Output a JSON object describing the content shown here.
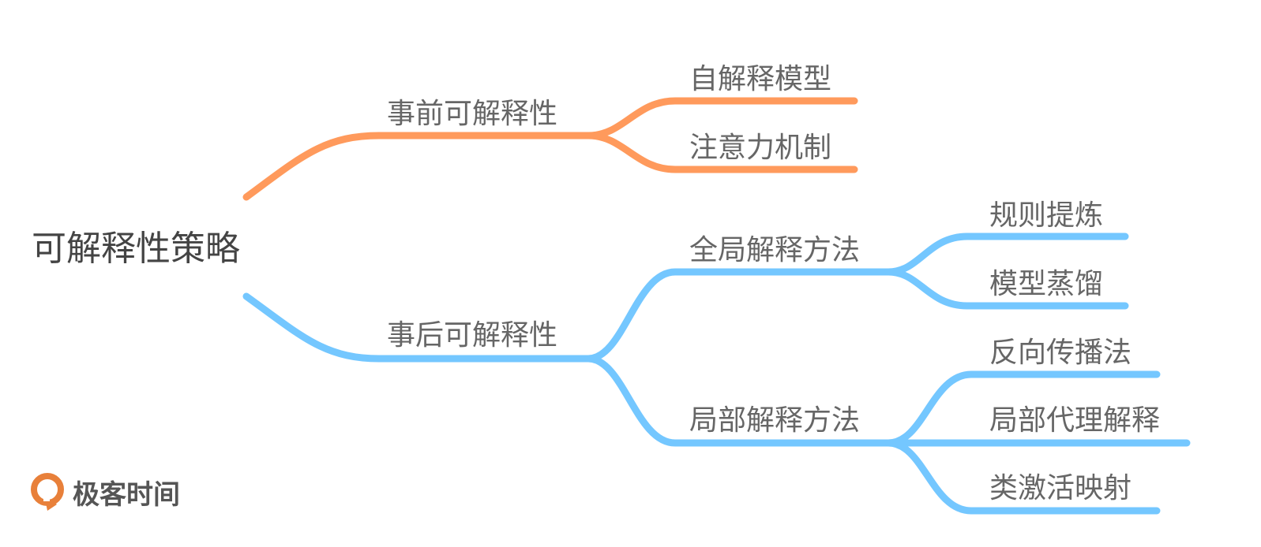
{
  "colors": {
    "pre_branch": "#FF9A5C",
    "post_branch": "#74C7FF",
    "text": "#666666"
  },
  "root": "可解释性策略",
  "branches": [
    {
      "label": "事前可解释性",
      "children": [
        {
          "label": "自解释模型"
        },
        {
          "label": "注意力机制"
        }
      ]
    },
    {
      "label": "事后可解释性",
      "children": [
        {
          "label": "全局解释方法",
          "children": [
            {
              "label": "规则提炼"
            },
            {
              "label": "模型蒸馏"
            }
          ]
        },
        {
          "label": "局部解释方法",
          "children": [
            {
              "label": "反向传播法"
            },
            {
              "label": "局部代理解释"
            },
            {
              "label": "类激活映射"
            }
          ]
        }
      ]
    }
  ],
  "logo": {
    "text": "极客时间"
  }
}
